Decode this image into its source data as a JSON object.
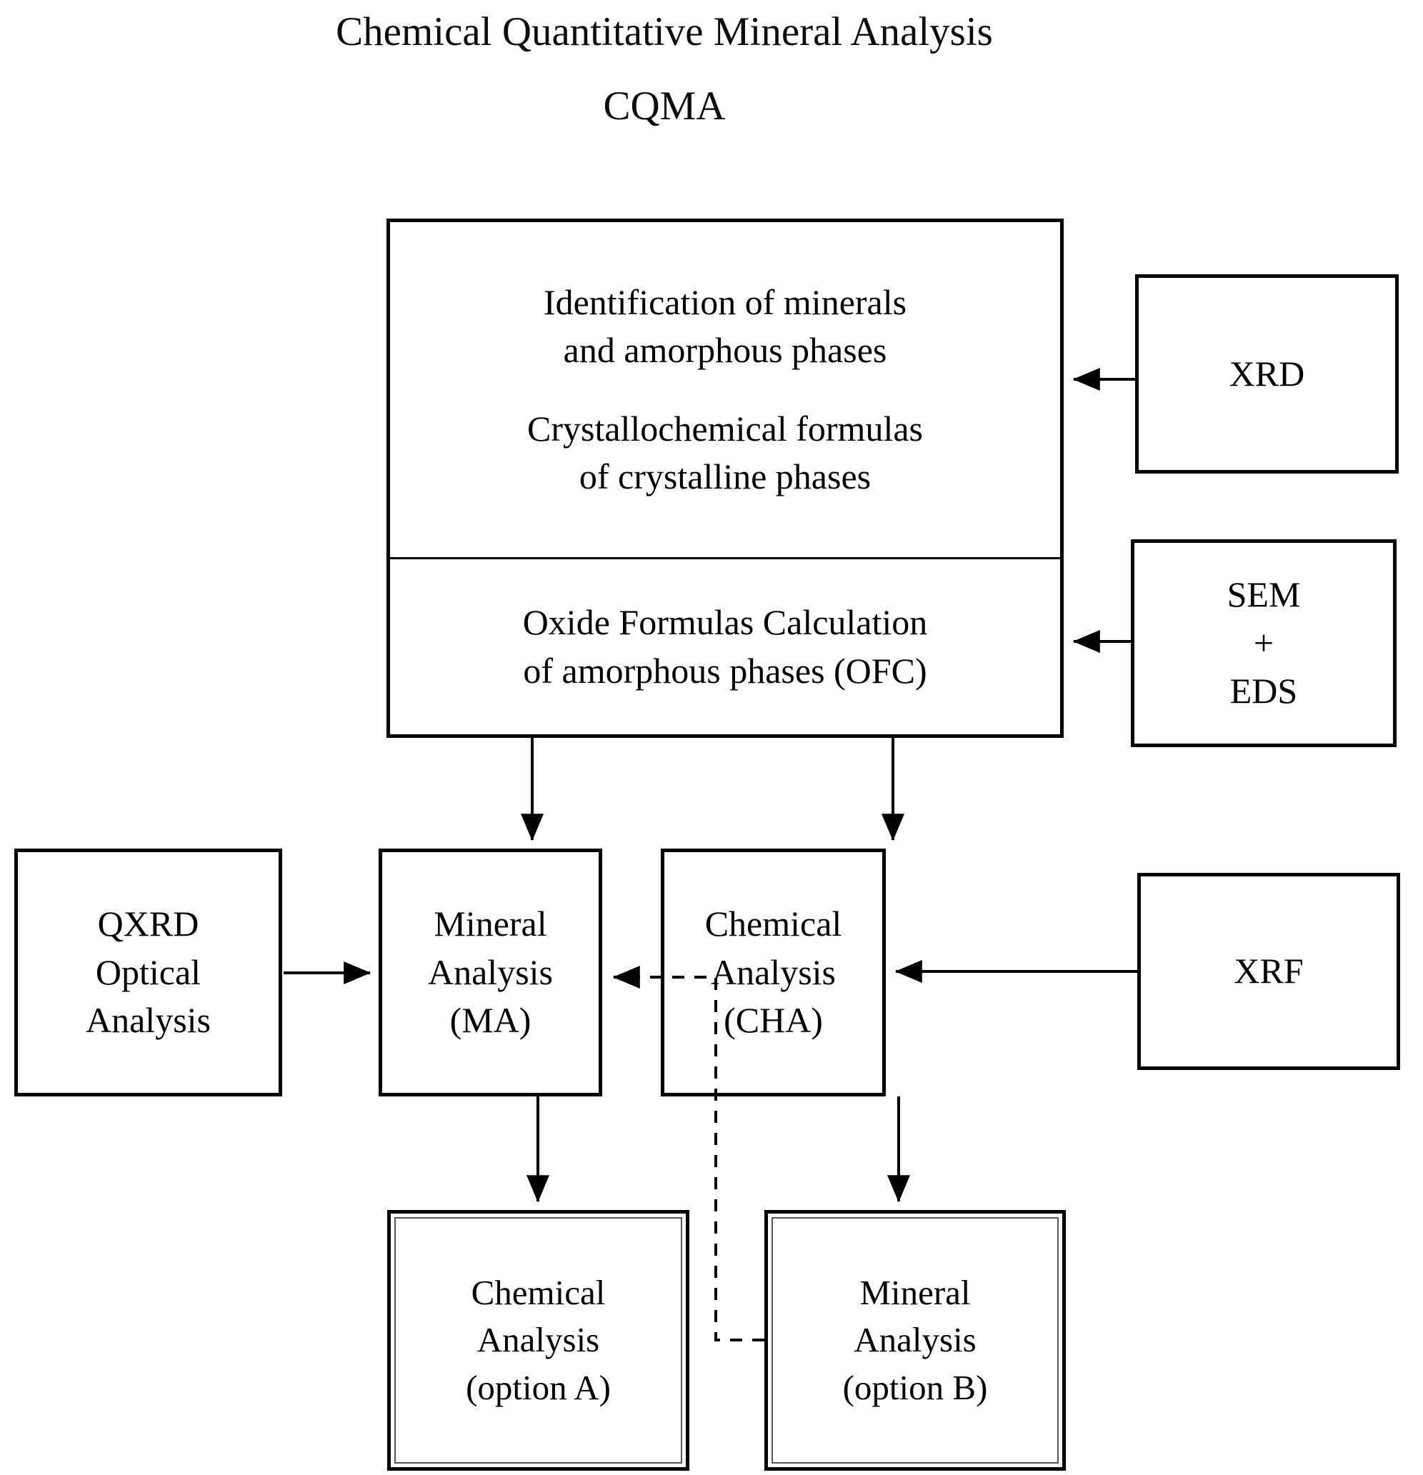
{
  "title": {
    "main": "Chemical Quantitative Mineral Analysis",
    "acronym": "CQMA"
  },
  "diagram": {
    "type": "flowchart",
    "main_box": {
      "upper": {
        "block1_line1": "Identification of minerals",
        "block1_line2": "and amorphous phases",
        "block2_line1": "Crystallochemical formulas",
        "block2_line2": "of crystalline phases"
      },
      "lower": {
        "line1": "Oxide Formulas Calculation",
        "line2": "of amorphous phases (OFC)"
      }
    },
    "xrd": {
      "label": "XRD"
    },
    "sem_eds": {
      "line1": "SEM",
      "line2": "+",
      "line3": "EDS"
    },
    "qxrd": {
      "line1": "QXRD",
      "line2": "Optical",
      "line3": "Analysis"
    },
    "mineral_analysis": {
      "line1": "Mineral",
      "line2": "Analysis",
      "line3": "(MA)"
    },
    "chemical_analysis": {
      "line1": "Chemical",
      "line2": "Analysis",
      "line3": "(CHA)"
    },
    "xrf": {
      "label": "XRF"
    },
    "option_a": {
      "line1": "Chemical",
      "line2": "Analysis",
      "line3": "(option A)"
    },
    "option_b": {
      "line1": "Mineral",
      "line2": "Analysis",
      "line3": "(option B)"
    },
    "edges": [
      {
        "from": "xrd",
        "to": "main_box_upper",
        "style": "solid",
        "direction": "left"
      },
      {
        "from": "sem_eds",
        "to": "main_box_lower",
        "style": "solid",
        "direction": "left"
      },
      {
        "from": "main_box_lower",
        "to": "mineral_analysis",
        "style": "solid",
        "direction": "down"
      },
      {
        "from": "main_box_lower",
        "to": "chemical_analysis",
        "style": "solid",
        "direction": "down"
      },
      {
        "from": "qxrd",
        "to": "mineral_analysis",
        "style": "solid",
        "direction": "right"
      },
      {
        "from": "xrf",
        "to": "chemical_analysis",
        "style": "solid",
        "direction": "left"
      },
      {
        "from": "mineral_analysis",
        "to": "option_a",
        "style": "solid",
        "direction": "down"
      },
      {
        "from": "chemical_analysis",
        "to": "option_b",
        "style": "solid",
        "direction": "down"
      },
      {
        "from": "option_b",
        "to": "mineral_analysis",
        "style": "dashed",
        "direction": "left-up"
      }
    ]
  },
  "colors": {
    "stroke": "#000000",
    "background": "#ffffff"
  }
}
